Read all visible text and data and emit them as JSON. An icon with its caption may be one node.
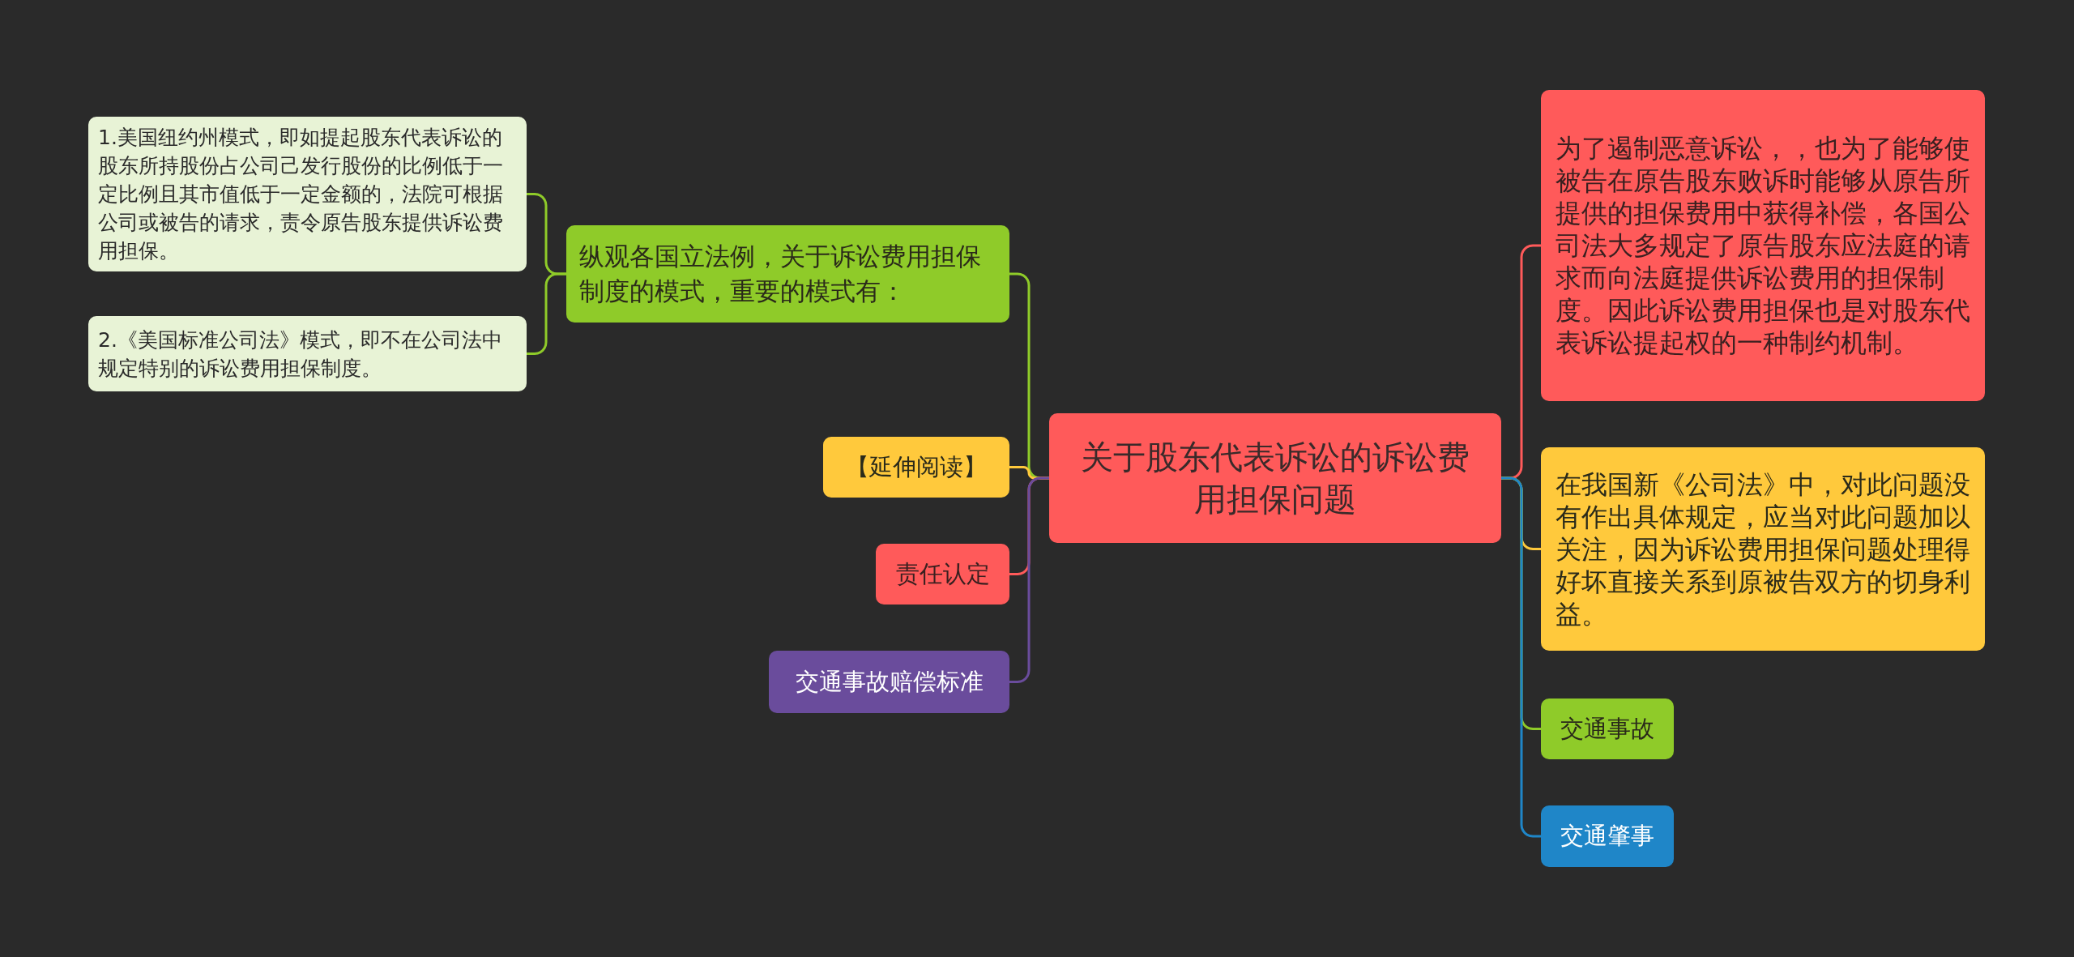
{
  "diagram": {
    "nodes": [
      {
        "text": [
          "关于股东代表诉讼的诉讼费用担保问题"
        ]
      },
      {
        "text": [
          "纵观各国立法例，关于诉讼费用担保制度的模式，重要的模式有："
        ]
      },
      {
        "text": [
          "1.美国纽约州模式，即如提起股东代表诉讼的股东所持股份占公司己发行股份的比例低于一定比例且其市值低于一定金额的，法院可根据公司或被告的请求，责令原告股东提供诉讼费用担保。"
        ]
      },
      {
        "text": [
          "2.《美国标准公司法》模式，即不在公司法中规定特别的诉讼费用担保制度。"
        ]
      },
      {
        "text": [
          "【延伸阅读】"
        ]
      },
      {
        "text": [
          "责任认定"
        ]
      },
      {
        "text": [
          "交通事故赔偿标准"
        ]
      },
      {
        "text": [
          "为了遏制恶意诉讼，，也为了能够使被告在原告股东败诉时能够从原告所提供的担保费用中获得补偿，各国公司法大多规定了原告股东应法庭的请求而向法庭提供诉讼费用的担保制度。因此诉讼费用担保也是对股东代表诉讼提起权的一种制约机制。"
        ]
      },
      {
        "text": [
          "在我国新《公司法》中，对此问题没有作出具体规定，应当对此问题加以关注，因为诉讼费用担保问题处理得好坏直接关系到原被告双方的切身利益。"
        ]
      },
      {
        "text": [
          "交通事故"
        ]
      },
      {
        "text": [
          "交通肇事"
        ]
      }
    ],
    "edges": [
      {
        "from": 0,
        "to": 1,
        "arrow": "none",
        "color": "#8fcb29"
      },
      {
        "from": 1,
        "to": 2,
        "arrow": "none",
        "color": "#8fcb29"
      },
      {
        "from": 1,
        "to": 3,
        "arrow": "none",
        "color": "#8fcb29"
      },
      {
        "from": 0,
        "to": 4,
        "arrow": "none",
        "color": "#ffc93c"
      },
      {
        "from": 0,
        "to": 5,
        "arrow": "none",
        "color": "#ff5a5a"
      },
      {
        "from": 0,
        "to": 6,
        "arrow": "none",
        "color": "#6a4c9c"
      },
      {
        "from": 0,
        "to": 7,
        "arrow": "none",
        "color": "#ff5a5a"
      },
      {
        "from": 0,
        "to": 8,
        "arrow": "none",
        "color": "#ffc93c"
      },
      {
        "from": 0,
        "to": 9,
        "arrow": "none",
        "color": "#8fcb29"
      },
      {
        "from": 0,
        "to": 10,
        "arrow": "none",
        "color": "#1f86c8"
      }
    ]
  }
}
